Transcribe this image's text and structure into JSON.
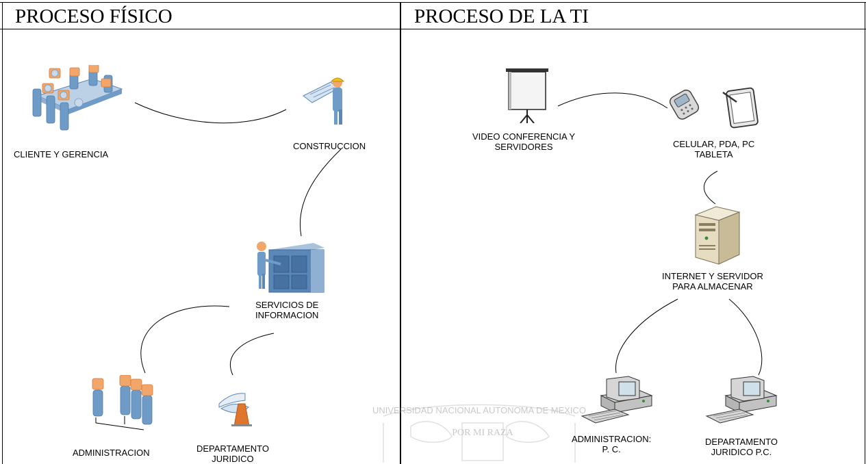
{
  "headers": {
    "left": "PROCESO FÍSICO",
    "right": "PROCESO DE LA TI"
  },
  "physical": {
    "client": "CLIENTE Y GERENCIA",
    "construction": "CONSTRUCCION",
    "info_services_1": "SERVICIOS DE",
    "info_services_2": "INFORMACION",
    "administration": "ADMINISTRACION",
    "legal_1": "DEPARTAMENTO",
    "legal_2": "JURIDICO"
  },
  "it": {
    "video_1": "VIDEO CONFERENCIA Y",
    "video_2": "SERVIDORES",
    "devices_1": "CELULAR, PDA, PC",
    "devices_2": "TABLETA",
    "server_1": "INTERNET Y SERVIDOR",
    "server_2": "PARA ALMACENAR",
    "admin_pc_1": "ADMINISTRACION:",
    "admin_pc_2": "P. C.",
    "legal_pc_1": "DEPARTAMENTO",
    "legal_pc_2": "JURIDICO P.C."
  },
  "watermark": {
    "text": "UNIVERSIDAD NACIONAL AUTONOMA DE MEXICO",
    "motto": "POR MI RAZA"
  },
  "colors": {
    "person_head": "#f2a66a",
    "person_body": "#6f9cc6",
    "equipment": "#5b87b8",
    "beige": "#e6dcc2",
    "line": "#000000"
  },
  "icons": [
    "meeting-icon",
    "engineer-blueprint-icon",
    "info-services-icon",
    "admin-people-icon",
    "scales-icon",
    "projector-screen-icon",
    "cellphone-icon",
    "tablet-icon",
    "server-tower-icon",
    "desktop-pc-icon"
  ]
}
